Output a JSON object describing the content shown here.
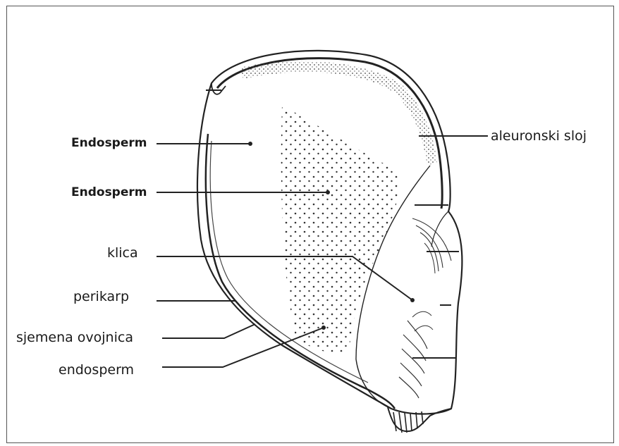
{
  "diagram": {
    "labels": {
      "endosperm_upper": "Endosperm",
      "endosperm_middle": "Endosperm",
      "klica": "klica",
      "perikarp": "perikarp",
      "sjemena_ovojnica": "sjemena ovojnica",
      "endosperm_lower": "endosperm",
      "aleuronski_sloj": "aleuronski sloj"
    }
  }
}
